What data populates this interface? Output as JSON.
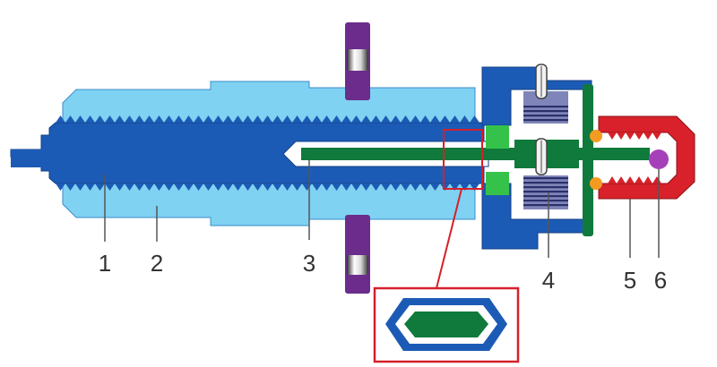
{
  "labels": {
    "l1": "1",
    "l2": "2",
    "l3": "3",
    "l4": "4",
    "l5": "5",
    "l6": "6"
  },
  "colors": {
    "light_blue": "#7fd2f2",
    "dark_blue": "#1c5bb5",
    "green": "#0f7a3c",
    "bright_green": "#35c24a",
    "red": "#d8212a",
    "purple": "#6b2c8c",
    "orange": "#f39b21",
    "magenta_ball": "#a640b8",
    "slate": "#7f85b8",
    "highlight_box": "#d6202a"
  }
}
